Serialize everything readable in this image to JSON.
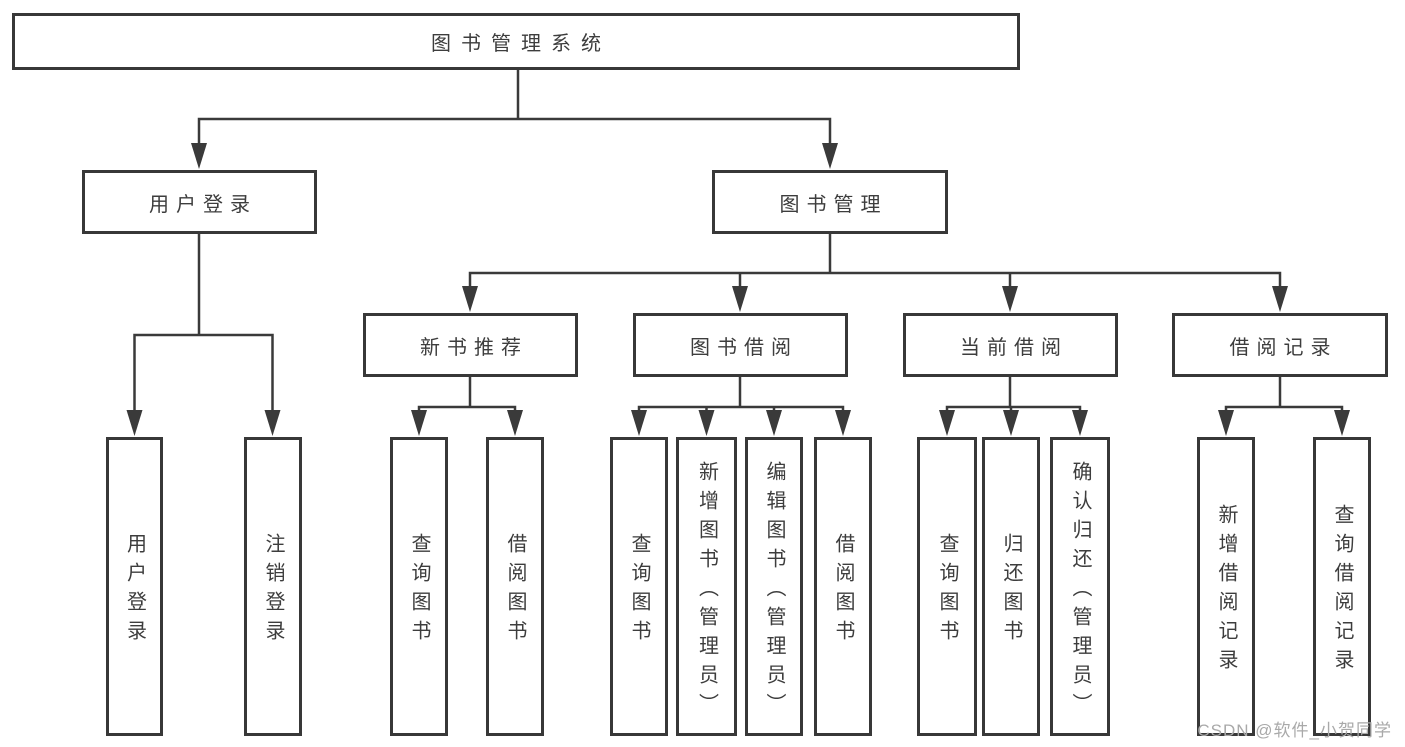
{
  "page": {
    "watermark": "CSDN @软件_小贺同学"
  },
  "tree": {
    "label": "图书管理系统",
    "children": [
      {
        "label": "用户登录",
        "children": [
          {
            "label": "用户登录"
          },
          {
            "label": "注销登录"
          }
        ]
      },
      {
        "label": "图书管理",
        "children": [
          {
            "label": "新书推荐",
            "children": [
              {
                "label": "查询图书"
              },
              {
                "label": "借阅图书"
              }
            ]
          },
          {
            "label": "图书借阅",
            "children": [
              {
                "label": "查询图书"
              },
              {
                "label": "新增图书（管理员）"
              },
              {
                "label": "编辑图书（管理员）"
              },
              {
                "label": "借阅图书"
              }
            ]
          },
          {
            "label": "当前借阅",
            "children": [
              {
                "label": "查询图书"
              },
              {
                "label": "归还图书"
              },
              {
                "label": "确认归还（管理员）"
              }
            ]
          },
          {
            "label": "借阅记录",
            "children": [
              {
                "label": "新增借阅记录"
              },
              {
                "label": "查询借阅记录"
              }
            ]
          }
        ]
      }
    ]
  },
  "colors": {
    "line": "#3a3a3a",
    "box_border": "#383838",
    "text": "#3d3d3d",
    "watermark": "#a9a9a9",
    "background": "#ffffff"
  }
}
